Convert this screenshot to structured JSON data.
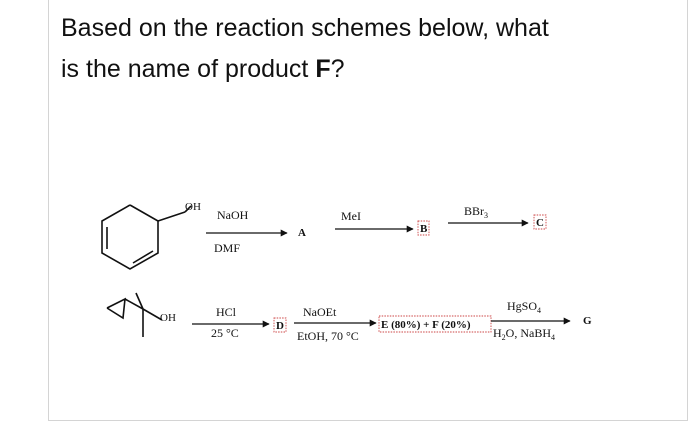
{
  "question": {
    "line1": "Based on the reaction schemes below, what",
    "line2_pre": "is the name of product ",
    "line2_bold": "F",
    "line2_post": "?"
  },
  "scheme1": {
    "substituent_label": "OH",
    "step1": {
      "reagent_top": "NaOH",
      "reagent_bottom": "DMF",
      "product": "A"
    },
    "step2": {
      "reagent_top": "MeI",
      "product": "B"
    },
    "step3": {
      "reagent_top_base": "BBr",
      "reagent_top_sub": "3",
      "product": "C"
    }
  },
  "scheme2": {
    "substituent_label": "OH",
    "step1": {
      "reagent_top": "HCl",
      "reagent_bottom": "25 °C",
      "product": "D"
    },
    "step2": {
      "reagent_top": "NaOEt",
      "reagent_bottom": "EtOH, 70 °C",
      "product": "E (80%) + F (20%)"
    },
    "step3": {
      "reagent_top_base": "HgSO",
      "reagent_top_sub": "4",
      "reagent_bottom_pre": "H",
      "reagent_bottom_sub1": "2",
      "reagent_bottom_mid": "O, NaBH",
      "reagent_bottom_sub2": "4",
      "product": "G"
    }
  }
}
